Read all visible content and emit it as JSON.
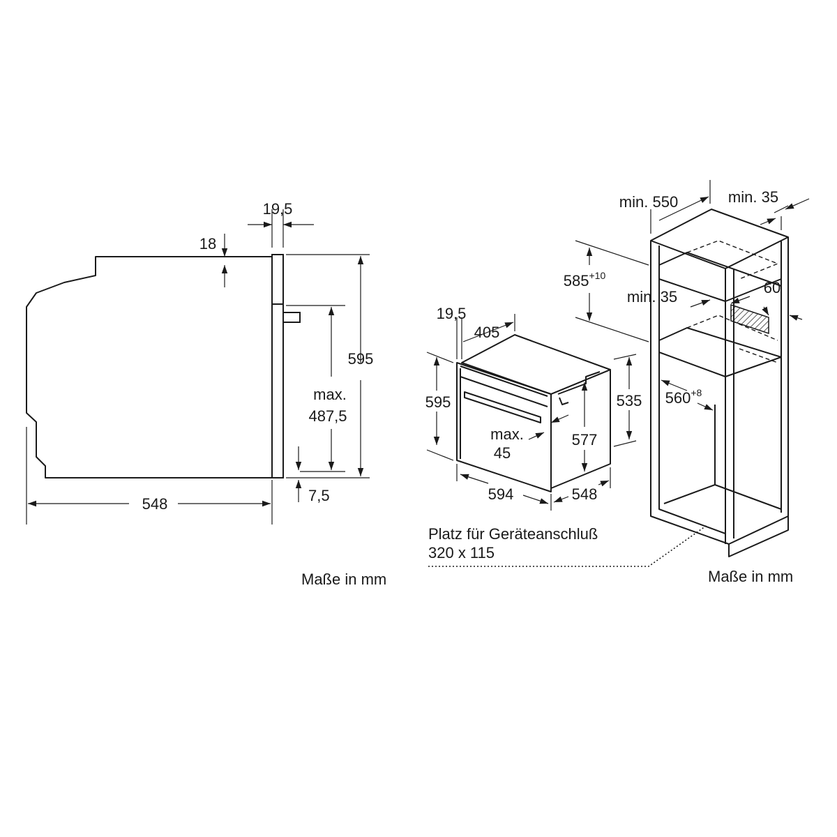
{
  "side_view": {
    "dim_depth": "548",
    "dim_height": "595",
    "dim_front_thickness": "19,5",
    "dim_top_offset": "18",
    "dim_bottom_offset": "7,5",
    "dim_max_label": "max.",
    "dim_max_value": "487,5",
    "units_caption": "Maße in mm"
  },
  "oven_view": {
    "dim_front_thickness": "19,5",
    "dim_depth_top": "405",
    "dim_height": "595",
    "dim_inner_height": "577",
    "dim_back_height": "535",
    "dim_width": "594",
    "dim_depth": "548",
    "dim_max_label": "max.",
    "dim_max_value": "45",
    "connection_line1": "Platz für Geräteanschluß",
    "connection_line2": "320 x 115"
  },
  "cabinet_view": {
    "dim_min_depth": "min. 550",
    "dim_min_side": "min. 35",
    "dim_niche_height": "585",
    "dim_niche_height_tol": "+10",
    "dim_min_gap": "min. 35",
    "dim_vent": "60",
    "dim_niche_width": "560",
    "dim_niche_width_tol": "+8",
    "units_caption": "Maße in mm"
  }
}
